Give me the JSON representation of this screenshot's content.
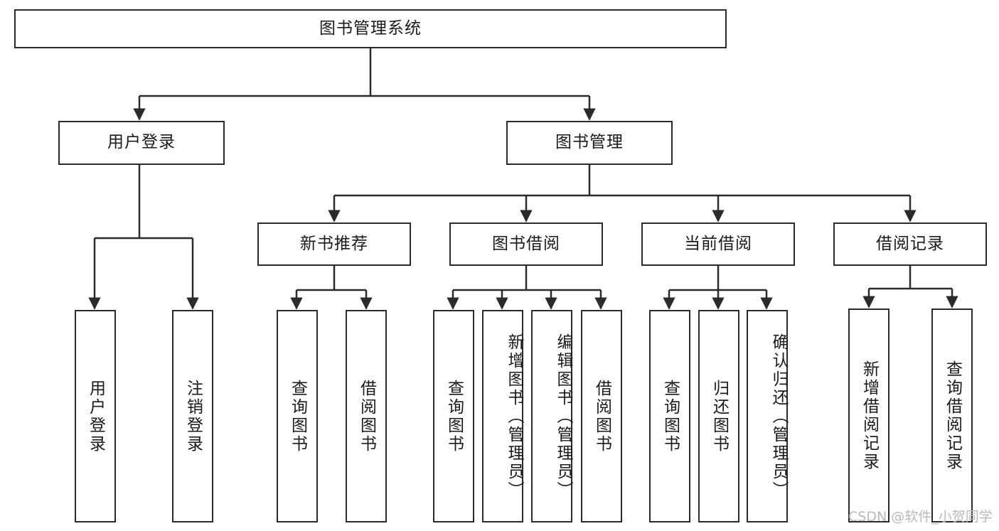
{
  "diagram": {
    "title": "图书管理系统",
    "type": "hierarchy-tree",
    "root": {
      "id": "root",
      "label": "图书管理系统"
    },
    "level2": [
      {
        "id": "user-login",
        "label": "用户登录"
      },
      {
        "id": "book-manage",
        "label": "图书管理"
      }
    ],
    "level3": [
      {
        "id": "new-book-rec",
        "label": "新书推荐",
        "parent": "book-manage"
      },
      {
        "id": "book-borrow",
        "label": "图书借阅",
        "parent": "book-manage"
      },
      {
        "id": "current-borrow",
        "label": "当前借阅",
        "parent": "book-manage"
      },
      {
        "id": "borrow-record",
        "label": "借阅记录",
        "parent": "book-manage"
      }
    ],
    "leaves": {
      "user_login": [
        {
          "id": "leaf-user-login",
          "label": "用户登录"
        },
        {
          "id": "leaf-logout",
          "label": "注销登录"
        }
      ],
      "new_book_rec": [
        {
          "id": "leaf-query-book-1",
          "label": "查询图书"
        },
        {
          "id": "leaf-borrow-book-1",
          "label": "借阅图书"
        }
      ],
      "book_borrow": [
        {
          "id": "leaf-query-book-2",
          "label": "查询图书"
        },
        {
          "id": "leaf-add-book",
          "label": "新增图书（管理员）"
        },
        {
          "id": "leaf-edit-book",
          "label": "编辑图书（管理员）"
        },
        {
          "id": "leaf-borrow-book-2",
          "label": "借阅图书"
        }
      ],
      "current_borrow": [
        {
          "id": "leaf-query-book-3",
          "label": "查询图书"
        },
        {
          "id": "leaf-return-book",
          "label": "归还图书"
        },
        {
          "id": "leaf-confirm-return",
          "label": "确认归还（管理员）"
        }
      ],
      "borrow_record": [
        {
          "id": "leaf-add-record",
          "label": "新增借阅记录"
        },
        {
          "id": "leaf-query-record",
          "label": "查询借阅记录"
        }
      ]
    }
  },
  "watermark": {
    "text": "CSDN @软件_小贺同学"
  },
  "colors": {
    "border": "#2b2b2b",
    "text": "#1a1a1a",
    "background": "#ffffff",
    "watermark": "#b9b9b9"
  }
}
